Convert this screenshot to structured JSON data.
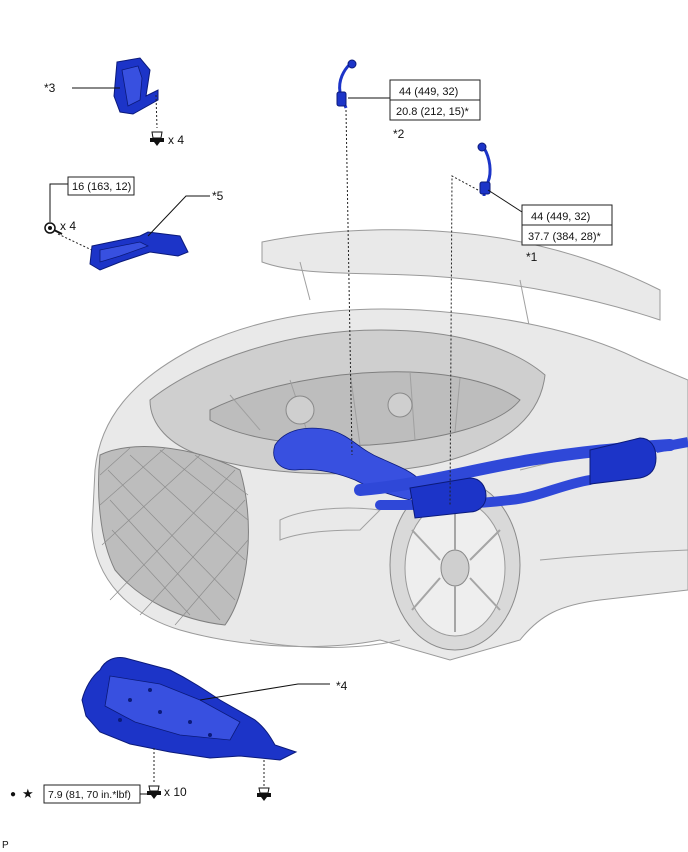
{
  "labels": {
    "part1": "*1",
    "part2": "*2",
    "part3": "*3",
    "part4": "*4",
    "part5": "*5"
  },
  "torque": {
    "part2_line1": "44 (449, 32)",
    "part2_line2": "20.8 (212, 15)*",
    "part1_line1": "44 (449, 32)",
    "part1_line2": "37.7 (384, 28)*",
    "part5": "16 (163, 12)",
    "part4": "7.9 (81, 70 in.*lbf)"
  },
  "quantities": {
    "part3_clips": "x 4",
    "part5_bolts": "x 4",
    "part4_clips": "x 10"
  },
  "symbols": {
    "dot": "●",
    "star": "★"
  },
  "corner_mark": "P",
  "colors": {
    "part_blue": "#1c34c8",
    "car_gray": "#e9e9e9"
  }
}
